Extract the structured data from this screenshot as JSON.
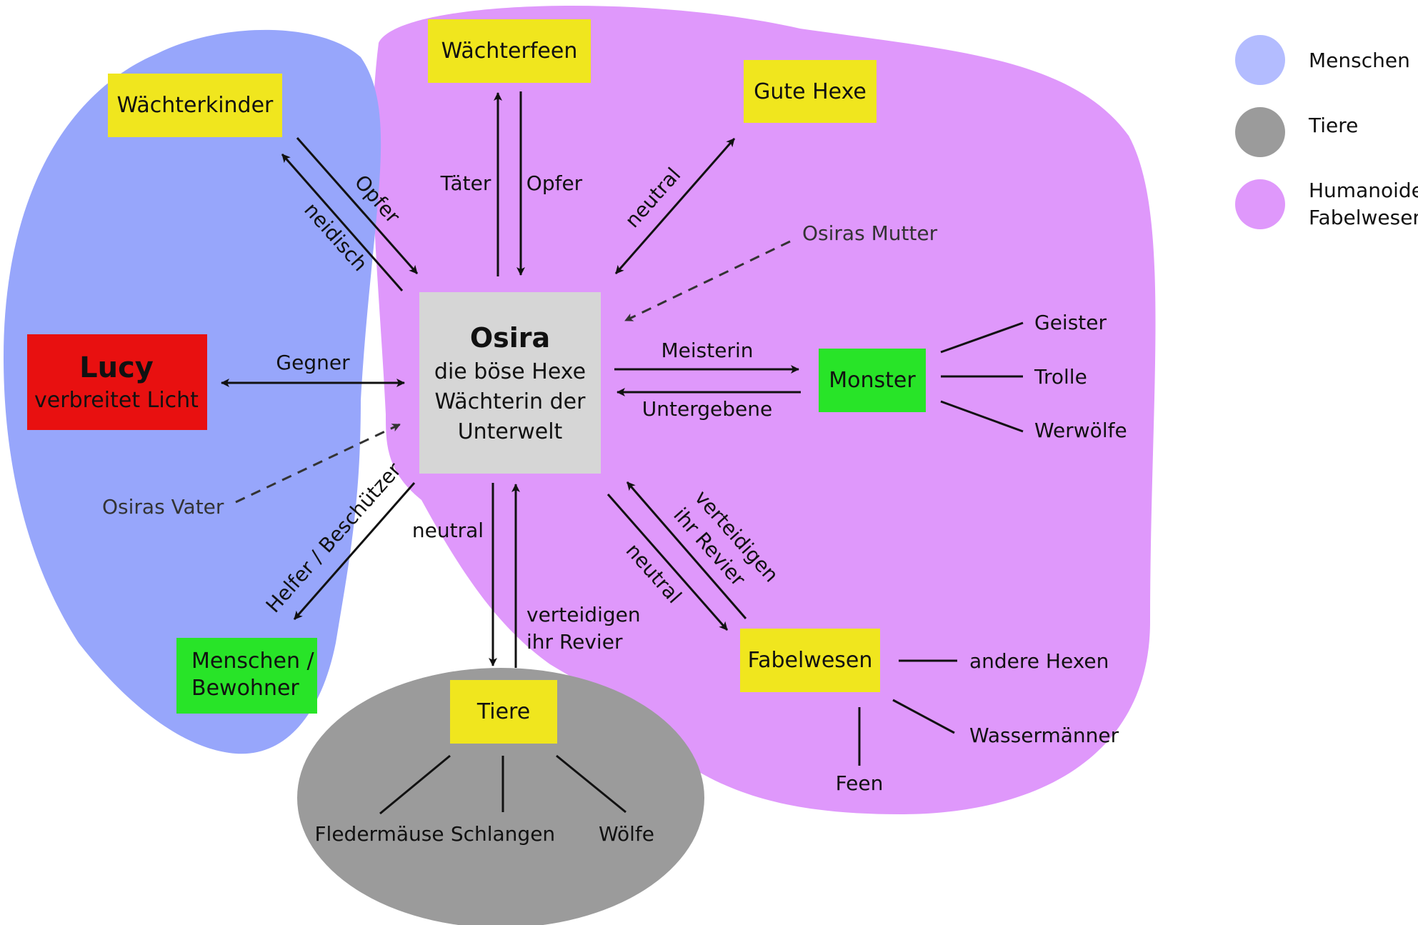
{
  "colors": {
    "menschen": "#97a6fb",
    "tiere": "#9b9b9b",
    "fabelwesen": "#df98fb",
    "yellow": "#f0e61e",
    "green": "#28e428",
    "red": "#e81010",
    "center": "#d6d6d6"
  },
  "legend": [
    {
      "label": "Menschen",
      "color": "#b3bcff"
    },
    {
      "label": "Tiere",
      "color": "#9b9b9b"
    },
    {
      "label_lines": [
        "Humanoide",
        "Fabelwesen"
      ],
      "color": "#df98fb"
    }
  ],
  "nodes": {
    "osira": {
      "title": "Osira",
      "lines": [
        "die böse Hexe",
        "Wächterin der",
        "Unterwelt"
      ]
    },
    "lucy": {
      "title": "Lucy",
      "subtitle": "verbreitet Licht"
    },
    "waechterkinder": "Wächterkinder",
    "waechterfeen": "Wächterfeen",
    "gute_hexe": "Gute Hexe",
    "monster": "Monster",
    "fabelwesen": "Fabelwesen",
    "tiere": "Tiere",
    "menschen_bewohner": [
      "Menschen /",
      "Bewohner"
    ]
  },
  "edges": {
    "opfer_kinder": "Opfer",
    "neidisch": "neidisch",
    "taeter": "Täter",
    "opfer_feen": "Opfer",
    "neutral_hexe": "neutral",
    "osiras_mutter": "Osiras Mutter",
    "gegner": "Gegner",
    "meisterin": "Meisterin",
    "untergebene": "Untergebene",
    "osiras_vater": "Osiras Vater",
    "helfer": "Helfer / Beschützer",
    "neutral_tiere": "neutral",
    "verteidigen_tiere": [
      "verteidigen",
      "ihr Revier"
    ],
    "neutral_fabel": "neutral",
    "verteidigen_fabel": [
      "verteidigen",
      "ihr Revier"
    ]
  },
  "leaves": {
    "monster": [
      "Geister",
      "Trolle",
      "Werwölfe"
    ],
    "fabelwesen": [
      "andere Hexen",
      "Wassermänner",
      "Feen"
    ],
    "tiere": [
      "Fledermäuse",
      "Schlangen",
      "Wölfe"
    ]
  }
}
